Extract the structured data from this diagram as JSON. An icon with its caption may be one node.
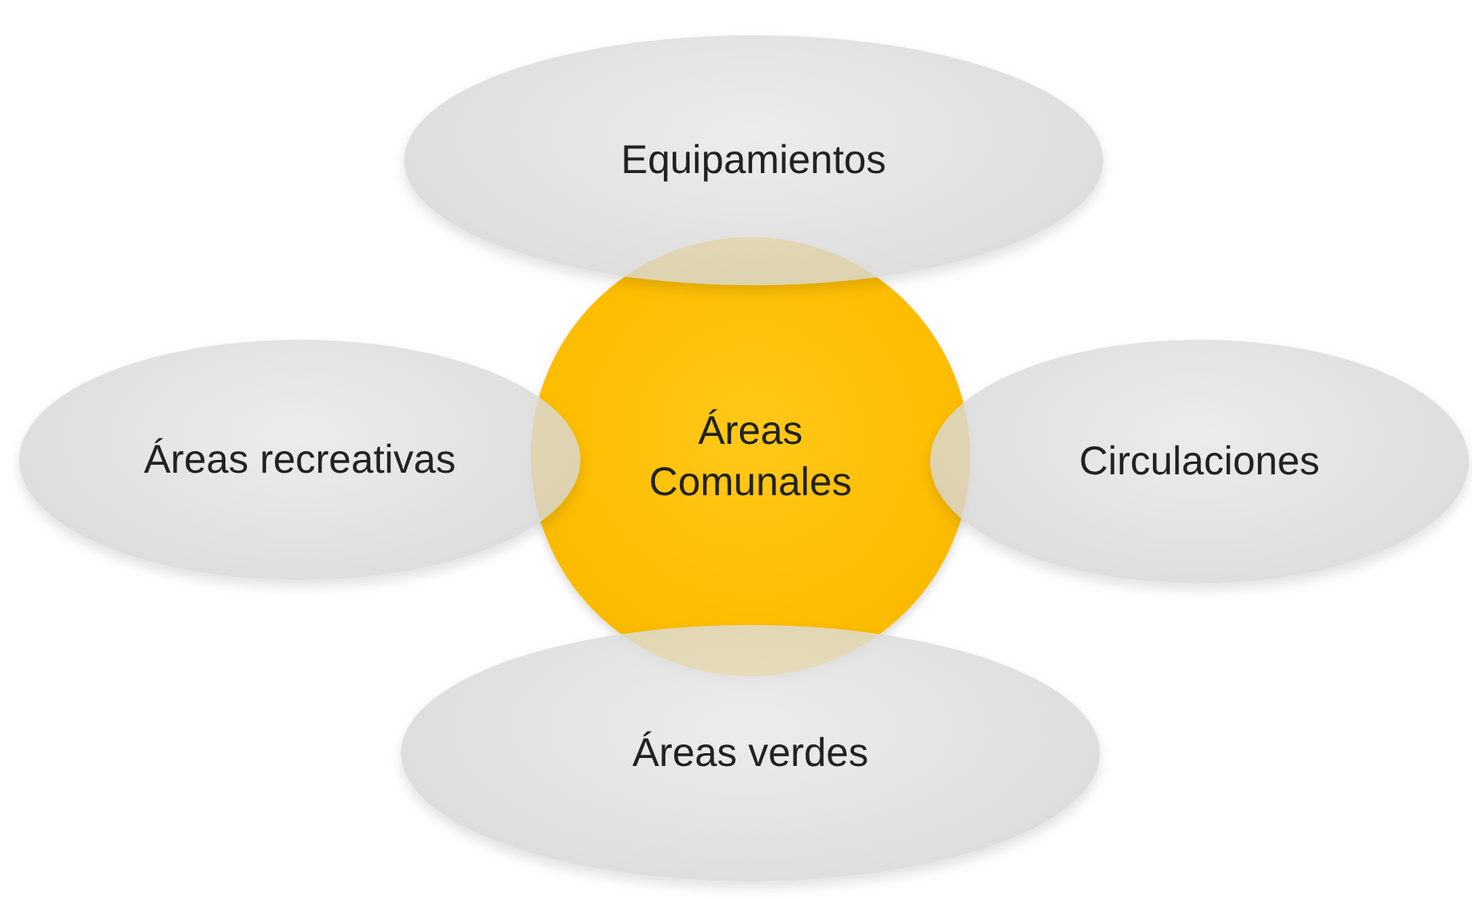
{
  "diagram": {
    "nodes": [
      {
        "text": [
          "Equipamientos"
        ]
      },
      {
        "text": [
          "Áreas recreativas"
        ]
      },
      {
        "text": [
          "Áreas Comunales"
        ]
      },
      {
        "text": [
          "Circulaciones"
        ]
      },
      {
        "text": [
          "Áreas verdes"
        ]
      }
    ]
  }
}
